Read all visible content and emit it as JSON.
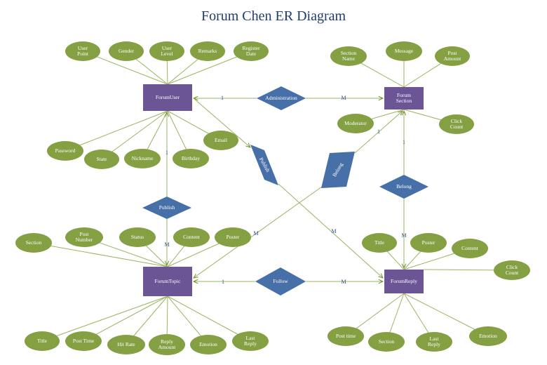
{
  "title": "Forum Chen ER Diagram",
  "colors": {
    "entity": "#6b5595",
    "relationship": "#4870a8",
    "attribute": "#84a043",
    "line": "#9ab460",
    "arrow": "#6f8f2f",
    "cardinality": "#2f4f8a"
  },
  "entities": [
    {
      "id": "user",
      "label": "ForumUser"
    },
    {
      "id": "section",
      "label": "Forum Section"
    },
    {
      "id": "topic",
      "label": "ForumTopic"
    },
    {
      "id": "reply",
      "label": "ForumReply"
    }
  ],
  "relationships": [
    {
      "id": "admin",
      "label": "Administration"
    },
    {
      "id": "publish_diag",
      "label": "Publish"
    },
    {
      "id": "belong_diag",
      "label": "Belong"
    },
    {
      "id": "publish_user",
      "label": "Publish"
    },
    {
      "id": "belong_sec",
      "label": "Belong"
    },
    {
      "id": "follow",
      "label": "Follow"
    }
  ],
  "attributes": [
    {
      "id": "a_userpoint",
      "label": "User Point",
      "entity": "user"
    },
    {
      "id": "a_gender",
      "label": "Gender",
      "entity": "user"
    },
    {
      "id": "a_userlevel",
      "label": "User Level",
      "entity": "user"
    },
    {
      "id": "a_remarks",
      "label": "Remarks",
      "entity": "user"
    },
    {
      "id": "a_regdate",
      "label": "Register Date",
      "entity": "user"
    },
    {
      "id": "a_password",
      "label": "Password",
      "entity": "user"
    },
    {
      "id": "a_state",
      "label": "State",
      "entity": "user"
    },
    {
      "id": "a_nickname",
      "label": "Nickname",
      "entity": "user"
    },
    {
      "id": "a_birthday",
      "label": "Birthday",
      "entity": "user"
    },
    {
      "id": "a_email",
      "label": "Email",
      "entity": "user"
    },
    {
      "id": "a_secname",
      "label": "Section Name",
      "entity": "section"
    },
    {
      "id": "a_message",
      "label": "Message",
      "entity": "section"
    },
    {
      "id": "a_postamount",
      "label": "Post Amount",
      "entity": "section"
    },
    {
      "id": "a_moderator",
      "label": "Moderator",
      "entity": "section"
    },
    {
      "id": "a_seccount",
      "label": "Click Count",
      "entity": "section"
    },
    {
      "id": "a_tsection",
      "label": "Section",
      "entity": "topic"
    },
    {
      "id": "a_postnumber",
      "label": "Post Number",
      "entity": "topic"
    },
    {
      "id": "a_status",
      "label": "Status",
      "entity": "topic"
    },
    {
      "id": "a_tcontent",
      "label": "Content",
      "entity": "topic"
    },
    {
      "id": "a_tposter",
      "label": "Poster",
      "entity": "topic"
    },
    {
      "id": "a_ttitle",
      "label": "Title",
      "entity": "topic"
    },
    {
      "id": "a_tposttime",
      "label": "Post Time",
      "entity": "topic"
    },
    {
      "id": "a_hitrate",
      "label": "Hit Rate",
      "entity": "topic"
    },
    {
      "id": "a_replyamount",
      "label": "Reply Amount",
      "entity": "topic"
    },
    {
      "id": "a_temotion",
      "label": "Emotion",
      "entity": "topic"
    },
    {
      "id": "a_tlastreply",
      "label": "Last Reply",
      "entity": "topic"
    },
    {
      "id": "a_rtitle",
      "label": "Title",
      "entity": "reply"
    },
    {
      "id": "a_rposter",
      "label": "Poster",
      "entity": "reply"
    },
    {
      "id": "a_rcontent",
      "label": "Content",
      "entity": "reply"
    },
    {
      "id": "a_rclickcount",
      "label": "Click Count",
      "entity": "reply"
    },
    {
      "id": "a_rposttime",
      "label": "Post time",
      "entity": "reply"
    },
    {
      "id": "a_rsection",
      "label": "Section",
      "entity": "reply"
    },
    {
      "id": "a_rlastreply",
      "label": "Last Reply",
      "entity": "reply"
    },
    {
      "id": "a_remotion",
      "label": "Emotion",
      "entity": "reply"
    }
  ],
  "cardinalities": [
    {
      "id": "c1",
      "label": "1"
    },
    {
      "id": "c2",
      "label": "M"
    },
    {
      "id": "c3",
      "label": "1"
    },
    {
      "id": "c4",
      "label": "M"
    },
    {
      "id": "c5",
      "label": "1"
    },
    {
      "id": "c6",
      "label": "M"
    },
    {
      "id": "c7",
      "label": "1"
    },
    {
      "id": "c8",
      "label": "M"
    },
    {
      "id": "c9",
      "label": "M"
    },
    {
      "id": "c10",
      "label": "1"
    },
    {
      "id": "c11",
      "label": "M"
    }
  ]
}
